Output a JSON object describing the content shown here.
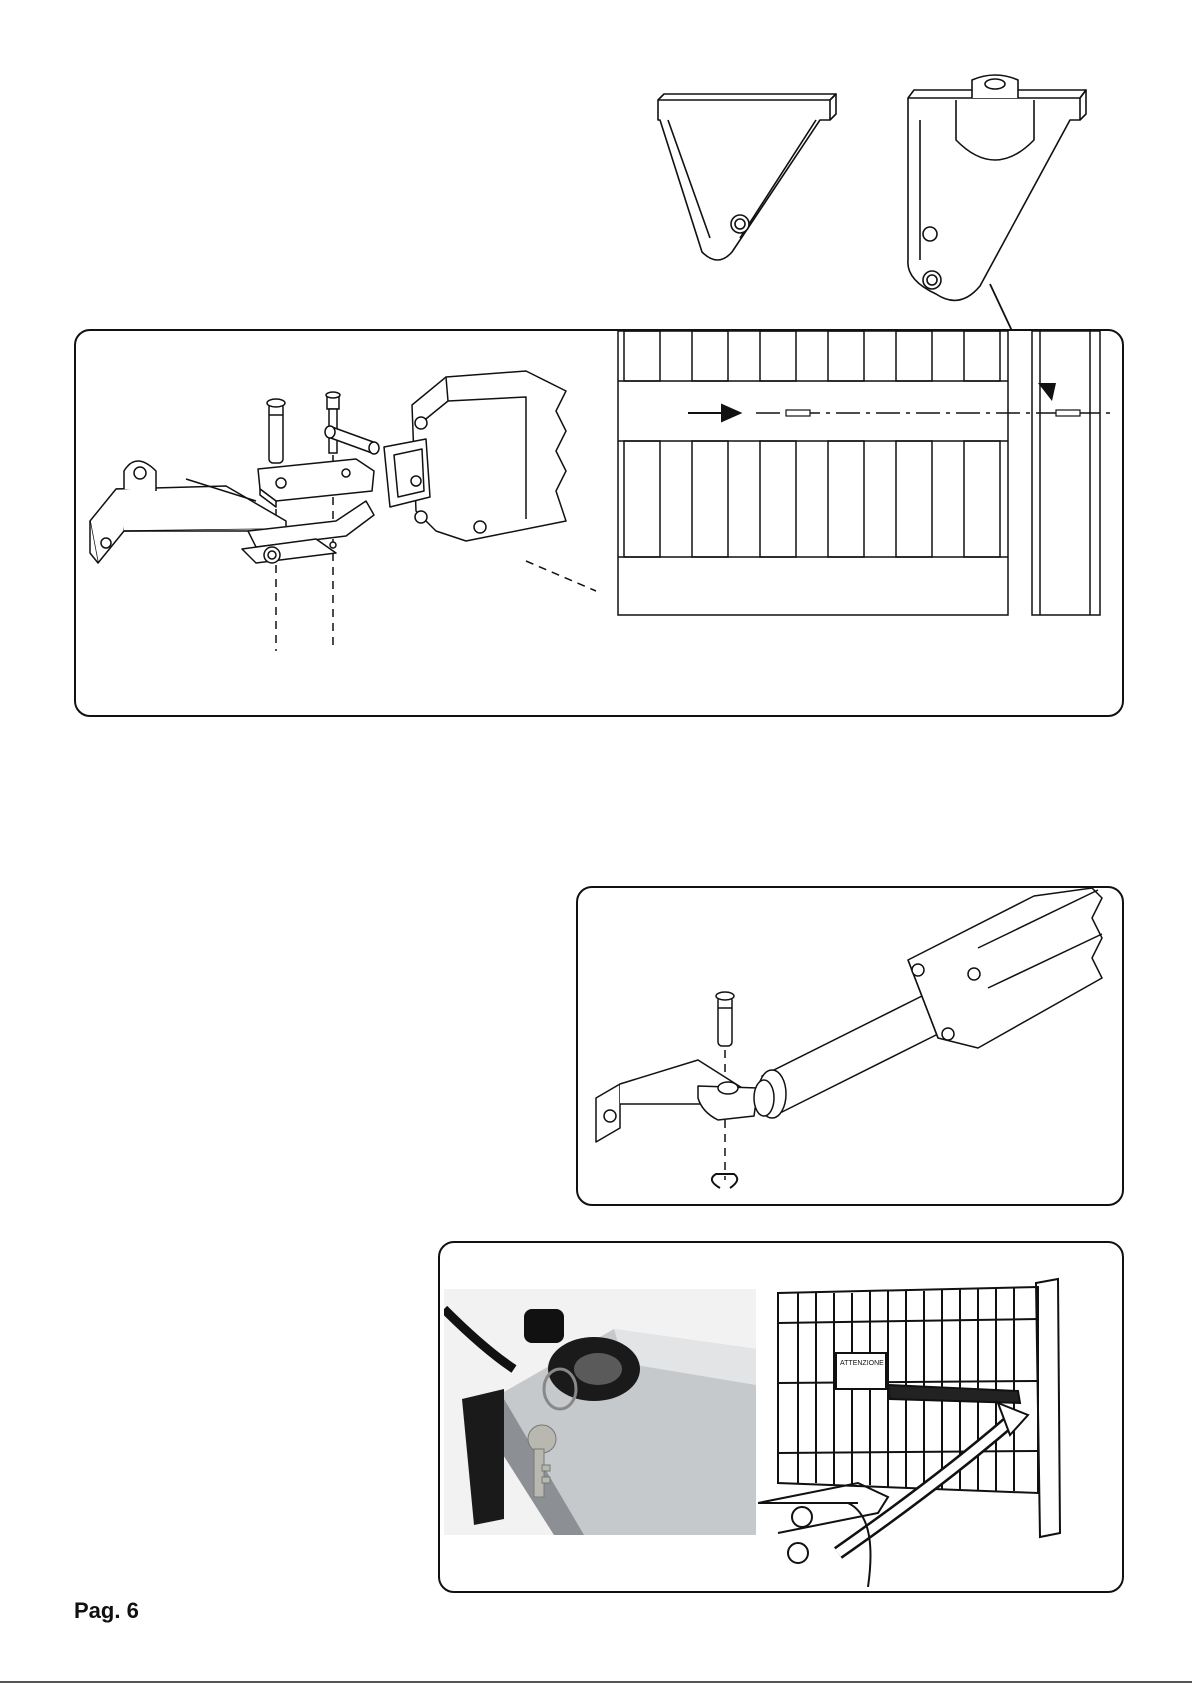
{
  "page": {
    "number_label": "Pag. 6"
  },
  "figures": {
    "rear_brackets": {
      "name": "rear-brackets-figure"
    },
    "gate_bracket_assembly": {
      "name": "gate-bracket-assembly-figure"
    },
    "front_mount_assembly": {
      "name": "front-mount-figure"
    },
    "release_key_photos": {
      "name": "release-key-figure"
    },
    "warning_sign_label": "ATTENZIONE"
  }
}
